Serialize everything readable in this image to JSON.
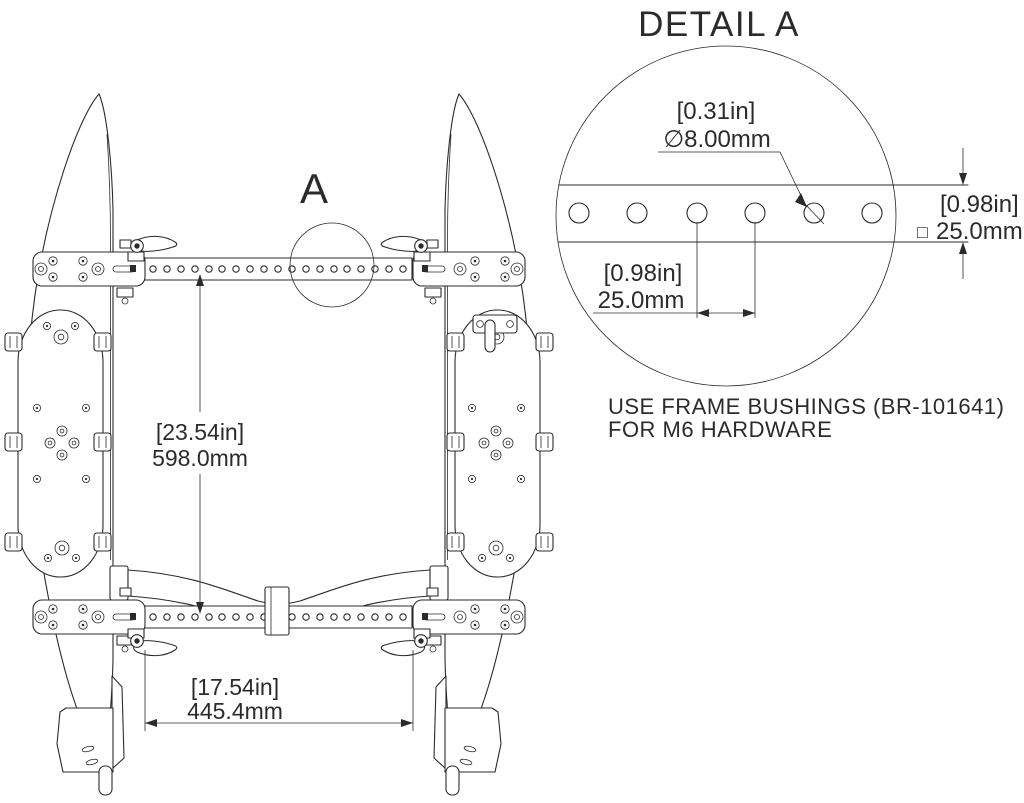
{
  "main_view": {
    "callout_label": "A",
    "dim_vertical_in": "[23.54in]",
    "dim_vertical_mm": "598.0mm",
    "dim_horizontal_in": "[17.54in]",
    "dim_horizontal_mm": "445.4mm"
  },
  "detail_view": {
    "title": "DETAIL A",
    "dim_diameter_in": "[0.31in]",
    "dim_diameter_mm": "∅8.00mm",
    "dim_spacing_in": "[0.98in]",
    "dim_spacing_mm": "25.0mm",
    "dim_section_in": "[0.98in]",
    "dim_section_square": "□",
    "dim_section_mm": "25.0mm",
    "note_line1": "USE FRAME BUSHINGS (BR-101641)",
    "note_line2": "FOR M6 HARDWARE"
  }
}
